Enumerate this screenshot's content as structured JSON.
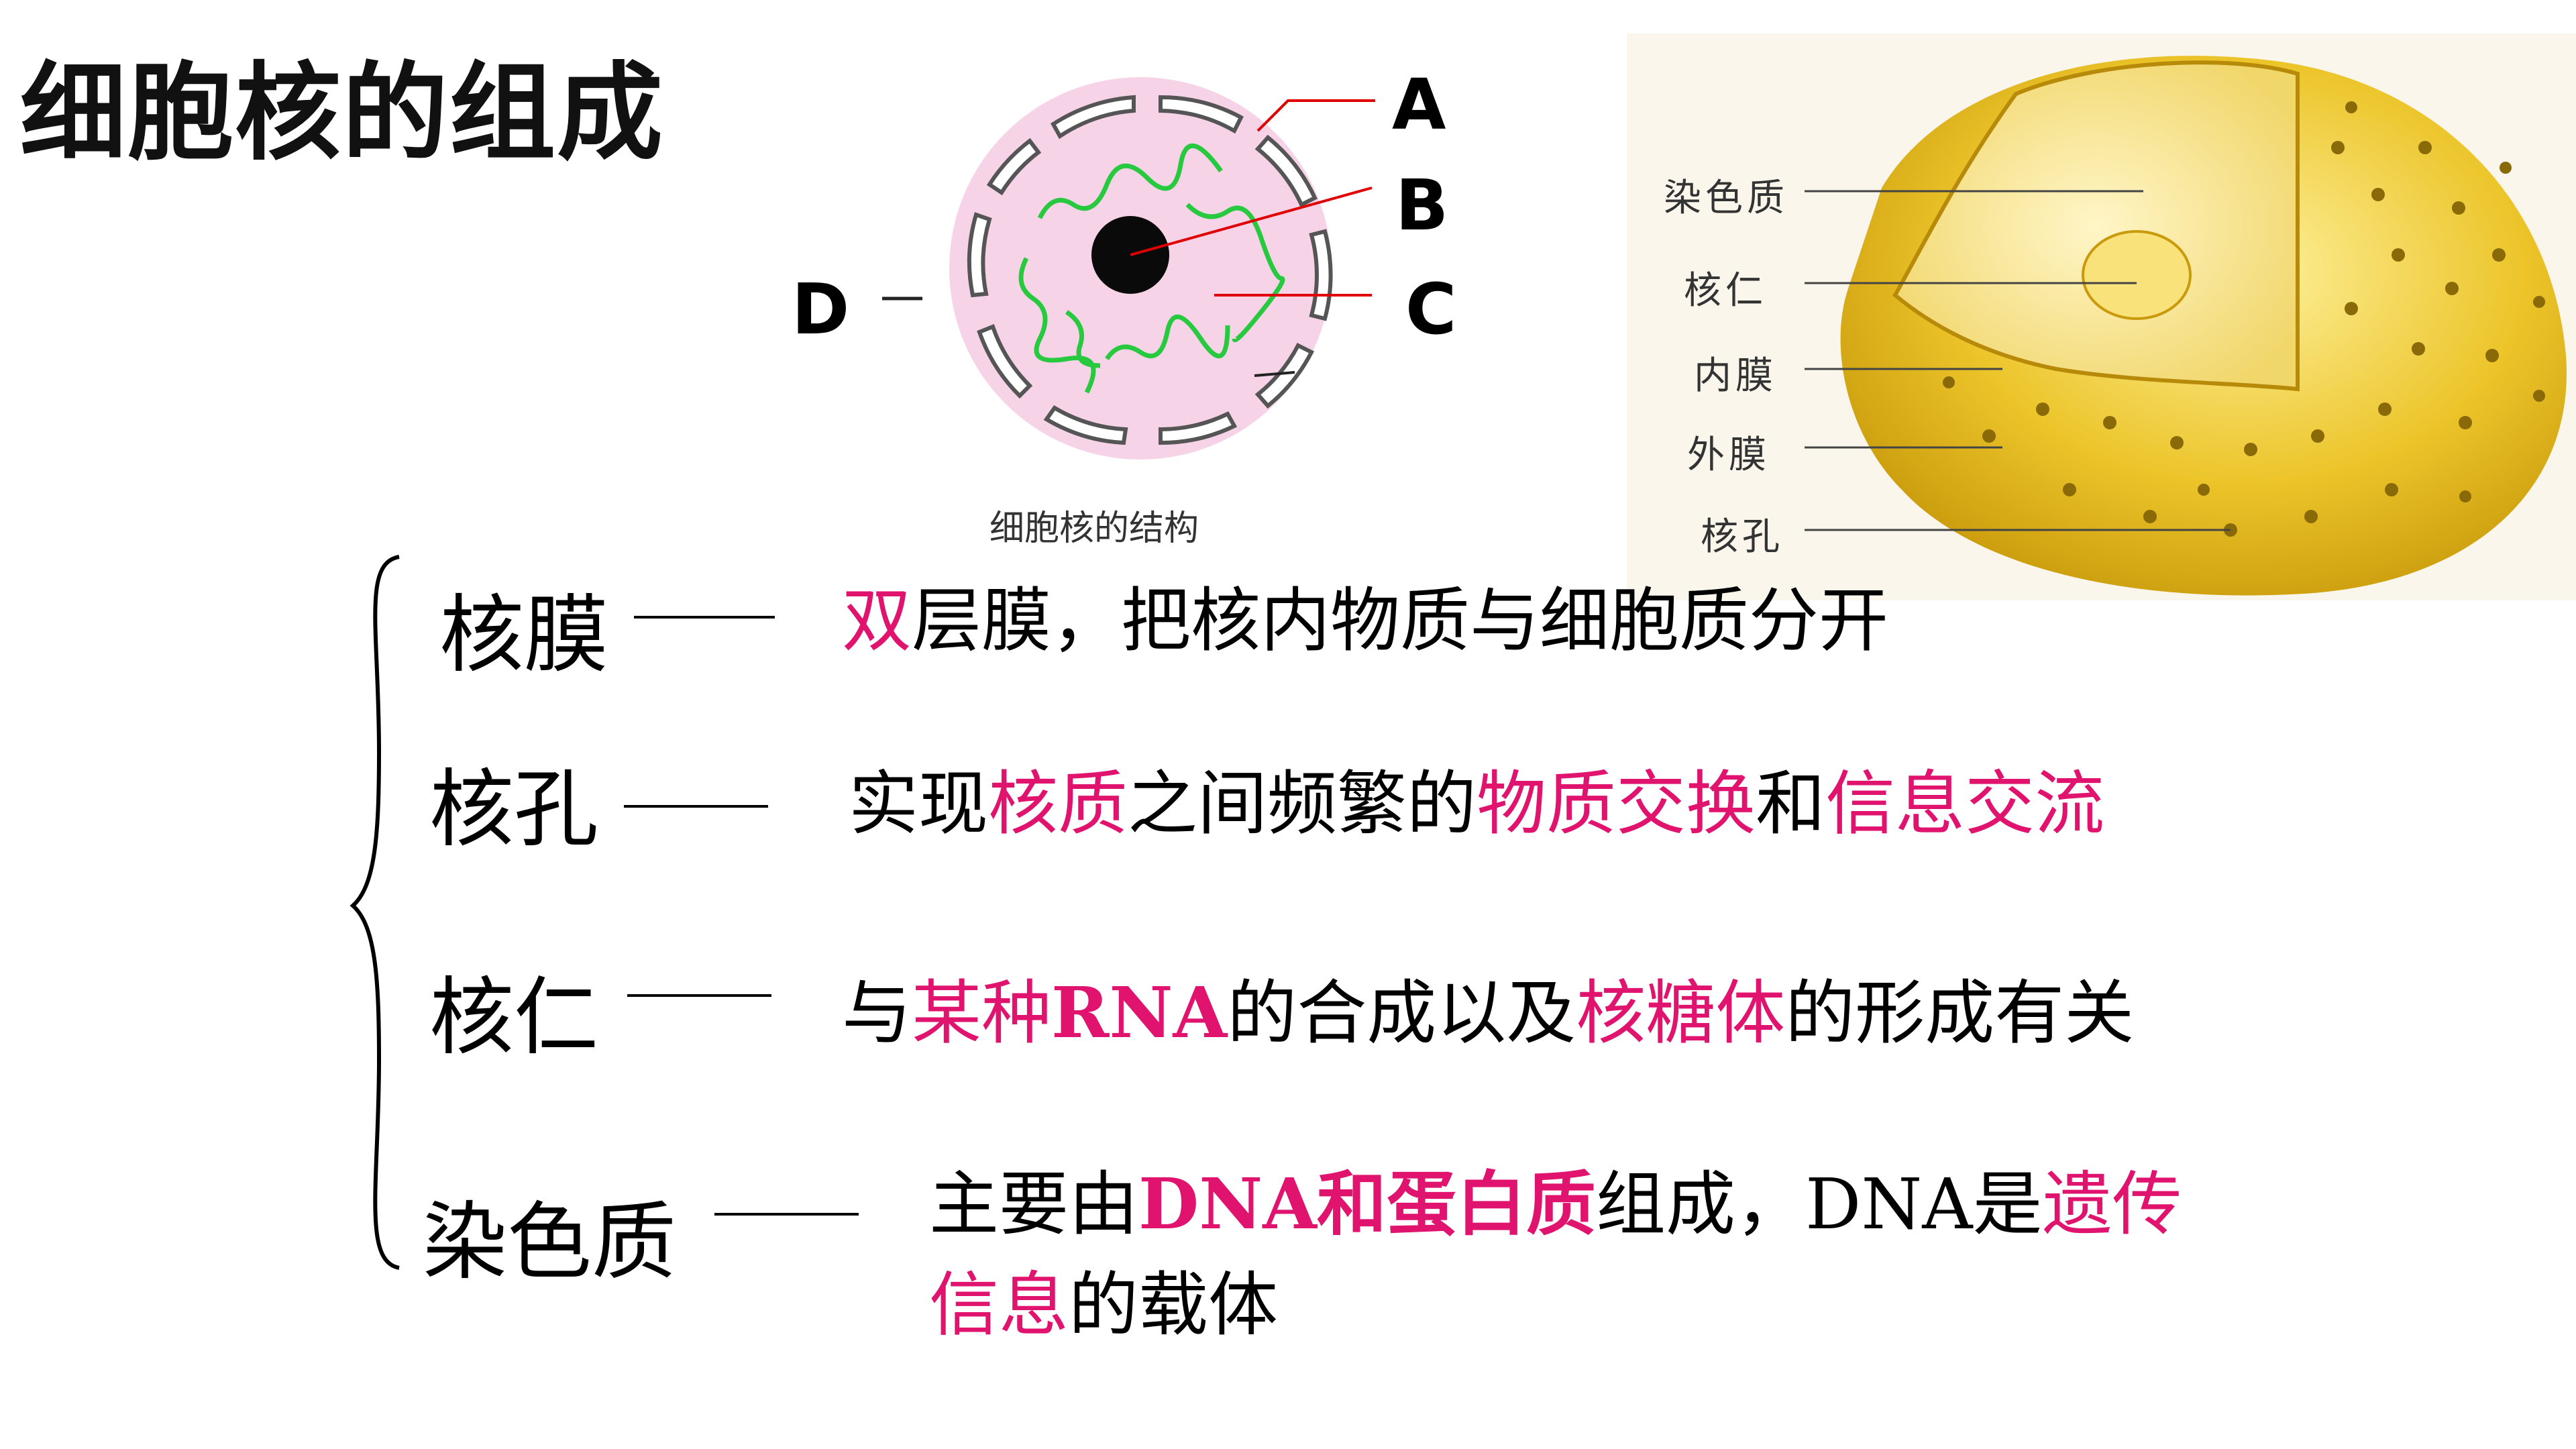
{
  "title": "细胞核的组成",
  "diagram_left": {
    "labels": {
      "A": "A",
      "B": "B",
      "C": "C",
      "D": "D"
    },
    "caption": "细胞核的结构"
  },
  "diagram_right": {
    "labels": [
      "染色质",
      "核仁",
      "内膜",
      "外膜",
      "核孔"
    ]
  },
  "rows": [
    {
      "term": "核膜",
      "desc": [
        {
          "text": "双",
          "hl": true
        },
        {
          "text": "层膜，把核内物质与细胞质分开",
          "hl": false
        }
      ]
    },
    {
      "term": "核孔",
      "desc": [
        {
          "text": "实现",
          "hl": false
        },
        {
          "text": "核质",
          "hl": true
        },
        {
          "text": "之间频繁的",
          "hl": false
        },
        {
          "text": "物质交换",
          "hl": true
        },
        {
          "text": "和",
          "hl": false
        },
        {
          "text": "信息交流",
          "hl": true
        }
      ]
    },
    {
      "term": "核仁",
      "desc": [
        {
          "text": "与",
          "hl": false
        },
        {
          "text": "某种",
          "hl": true
        },
        {
          "text": "RNA",
          "hl": true,
          "bold": true
        },
        {
          "text": "的合成以及",
          "hl": false
        },
        {
          "text": "核糖体",
          "hl": true
        },
        {
          "text": "的形成有关",
          "hl": false
        }
      ]
    },
    {
      "term": "染色质",
      "desc": [
        {
          "text": "主要由",
          "hl": false
        },
        {
          "text": "DNA和蛋白质",
          "hl": true,
          "bold": true
        },
        {
          "text": "组成，DNA是",
          "hl": false
        },
        {
          "text": "遗传信息",
          "hl": true
        },
        {
          "text": "的载体",
          "hl": false
        }
      ]
    }
  ],
  "colors": {
    "highlight": "#e0136f",
    "text": "#000000",
    "nucleus_fill": "#f7d3e8",
    "chromatin": "#27c93f",
    "cell_yellow": "#e8c21f"
  }
}
